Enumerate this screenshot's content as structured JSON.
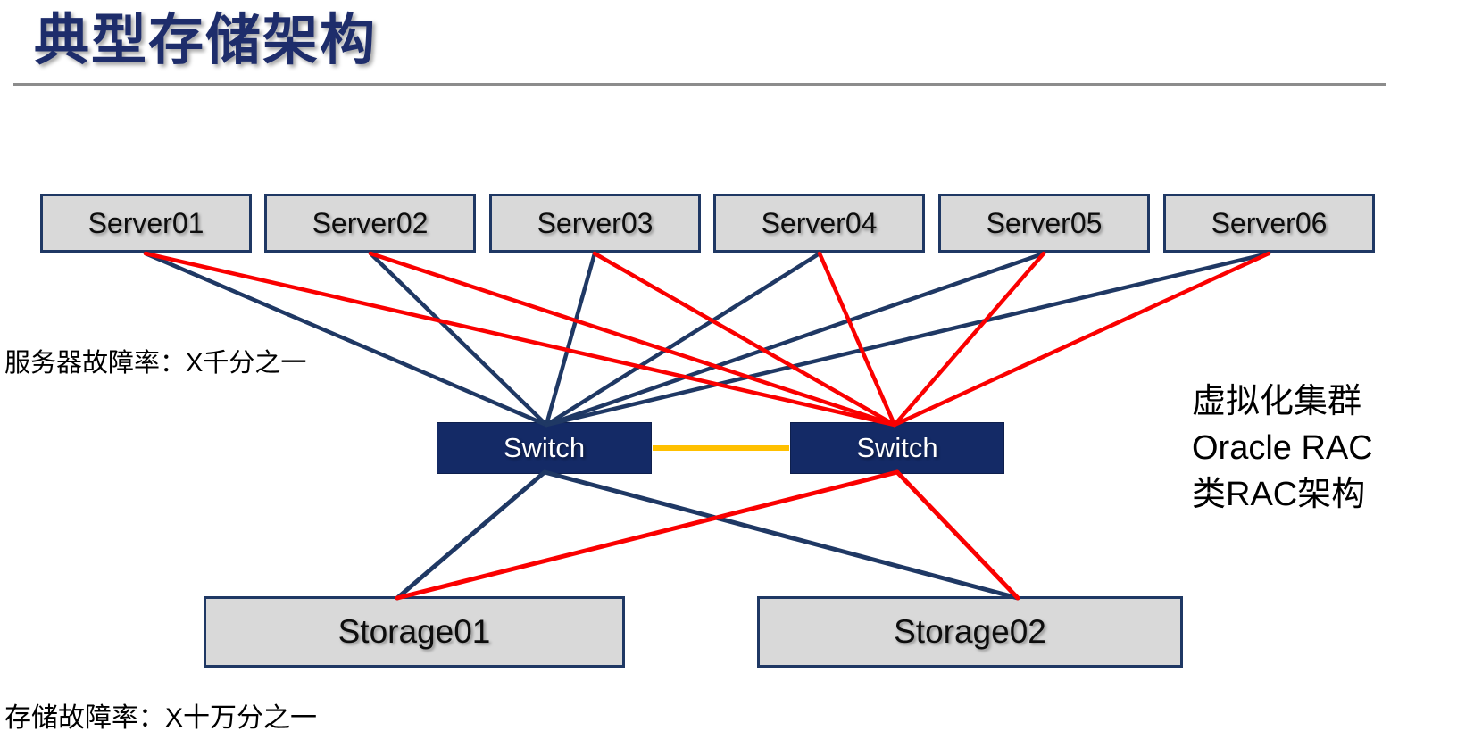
{
  "title": "典型存储架构",
  "annotations": {
    "server_failure_rate": "服务器故障率：X千分之一",
    "storage_failure_rate": "存储故障率：X十万分之一"
  },
  "side_note": {
    "line1": "虚拟化集群",
    "line2": "Oracle RAC",
    "line3": "类RAC架构"
  },
  "diagram": {
    "servers": [
      {
        "id": "server01",
        "label": "Server01"
      },
      {
        "id": "server02",
        "label": "Server02"
      },
      {
        "id": "server03",
        "label": "Server03"
      },
      {
        "id": "server04",
        "label": "Server04"
      },
      {
        "id": "server05",
        "label": "Server05"
      },
      {
        "id": "server06",
        "label": "Server06"
      }
    ],
    "switches": [
      {
        "id": "switch-a",
        "label": "Switch"
      },
      {
        "id": "switch-b",
        "label": "Switch"
      }
    ],
    "storages": [
      {
        "id": "storage01",
        "label": "Storage01"
      },
      {
        "id": "storage02",
        "label": "Storage02"
      }
    ],
    "link_colors": {
      "navy": "#1f3864",
      "red": "#fa0000",
      "orange": "#ffc000"
    },
    "links": [
      {
        "from": "server01",
        "to": "switch-a",
        "color": "navy"
      },
      {
        "from": "server02",
        "to": "switch-a",
        "color": "navy"
      },
      {
        "from": "server03",
        "to": "switch-a",
        "color": "navy"
      },
      {
        "from": "server04",
        "to": "switch-a",
        "color": "navy"
      },
      {
        "from": "server05",
        "to": "switch-a",
        "color": "navy"
      },
      {
        "from": "server06",
        "to": "switch-a",
        "color": "navy"
      },
      {
        "from": "server01",
        "to": "switch-b",
        "color": "red"
      },
      {
        "from": "server02",
        "to": "switch-b",
        "color": "red"
      },
      {
        "from": "server03",
        "to": "switch-b",
        "color": "red"
      },
      {
        "from": "server04",
        "to": "switch-b",
        "color": "red"
      },
      {
        "from": "server05",
        "to": "switch-b",
        "color": "red"
      },
      {
        "from": "server06",
        "to": "switch-b",
        "color": "red"
      },
      {
        "from": "switch-a",
        "to": "storage01",
        "color": "navy"
      },
      {
        "from": "switch-a",
        "to": "storage02",
        "color": "navy"
      },
      {
        "from": "switch-b",
        "to": "storage01",
        "color": "red"
      },
      {
        "from": "switch-b",
        "to": "storage02",
        "color": "red"
      },
      {
        "from": "switch-a",
        "to": "switch-b",
        "color": "orange"
      }
    ]
  }
}
